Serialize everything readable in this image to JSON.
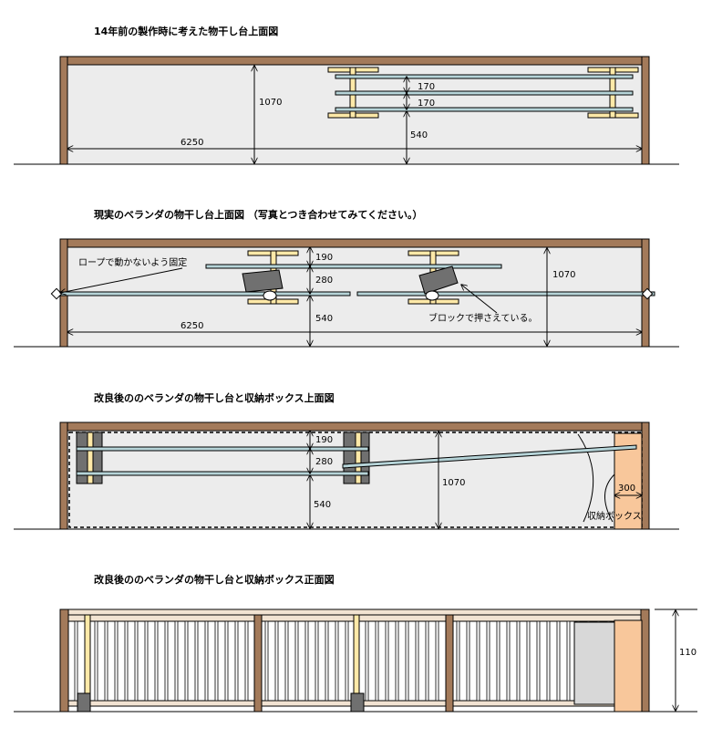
{
  "diagram1": {
    "title": "14年前の製作時に考えた物干し台上面図",
    "dim_depth": "1070",
    "dim_gap1": "170",
    "dim_gap2": "170",
    "dim_front": "540",
    "dim_width": "6250"
  },
  "diagram2": {
    "title": "現実のベランダの物干し台上面図 （写真とつき合わせてみてください。）",
    "note_rope": "ロープで動かないよう固定",
    "note_block": "ブロックで押さえている。",
    "dim_back": "190",
    "dim_mid": "280",
    "dim_front": "540",
    "dim_depth": "1070",
    "dim_width": "6250"
  },
  "diagram3": {
    "title": "改良後ののベランダの物干し台と収納ボックス上面図",
    "dim_back": "190",
    "dim_mid": "280",
    "dim_front": "540",
    "dim_depth": "1070",
    "dim_box": "300",
    "box_label": "収納ボックス"
  },
  "diagram4": {
    "title": "改良後ののベランダの物干し台と収納ボックス正面図",
    "dim_height": "110"
  },
  "colors": {
    "floor": "#ececec",
    "wall": "#a37a5a",
    "pole": "#b6d4d8",
    "block": "#707070",
    "stand": "#ffe9a8",
    "box": "#f8c79b"
  }
}
